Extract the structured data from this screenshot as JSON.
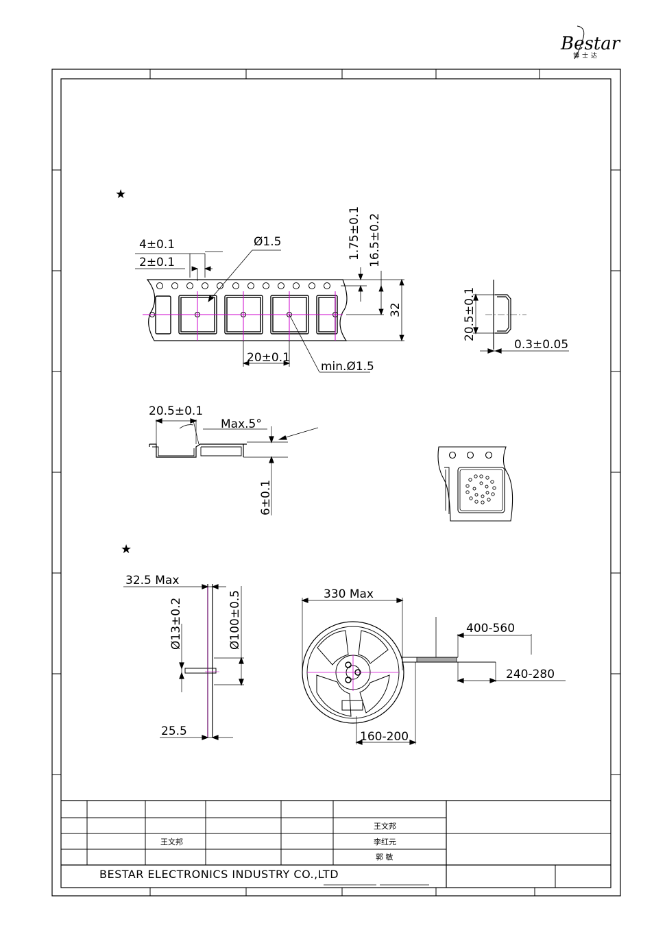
{
  "brand": {
    "name": "Bestar",
    "chinese": "博士达"
  },
  "sections": {
    "star_icon": "★"
  },
  "tape_dims": {
    "pitch_hole": "4±0.1",
    "hole_offset": "2±0.1",
    "hole_dia": "Ø1.5",
    "edge_dist": "1.75±0.1",
    "center_dist": "16.5±0.2",
    "tape_width": "32",
    "pocket_pitch": "20±0.1",
    "min_dia": "min.Ø1.5"
  },
  "side_dims": {
    "height": "20.5±0.1",
    "thickness": "0.3±0.05"
  },
  "pocket_dims": {
    "width": "20.5±0.1",
    "angle": "Max.5°",
    "depth": "6±0.1"
  },
  "reel_dims": {
    "width_max": "32.5 Max",
    "hub_dia": "Ø13±0.2",
    "core_dia": "Ø100±0.5",
    "hub_width": "25.5",
    "reel_dia": "330 Max",
    "leader_a": "400-560",
    "leader_b": "240-280",
    "trailer": "160-200"
  },
  "title_block": {
    "designer": "王文邦",
    "drawn_by": "王文邦",
    "checked_by": "李红元",
    "approved_by": "郭 敏",
    "company": "BESTAR ELECTRONICS INDUSTRY CO.,LTD"
  }
}
